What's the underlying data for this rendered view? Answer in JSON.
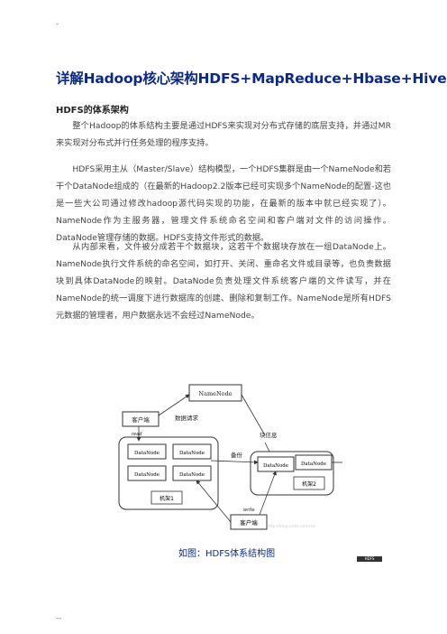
{
  "header_mark": "-",
  "footer_mark": "--",
  "title": "详解Hadoop核心架构HDFS+MapReduce+Hbase+Hive",
  "section_heading": "HDFS的体系架构",
  "paragraphs": [
    "整个Hadoop的体系结构主要是通过HDFS来实现对分布式存储的底层支持，并通过MR来实现对分布式并行任务处理的程序支持。",
    "HDFS采用主从（Master/Slave）结构模型，一个HDFS集群是由一个NameNode和若干个DataNode组成的（在最新的Hadoop2.2版本已经可实现多个NameNode的配置-这也是一些大公司通过修改hadoop源代码实现的功能，在最新的版本中就已经实现了）。NameNode作为主服务器，管理文件系统命名空间和客户端对文件的访问操作。DataNode管理存储的数据。HDFS支持文件形式的数据。",
    "从内部来看，文件被分成若干个数据块，这若干个数据块存放在一组DataNode上。NameNode执行文件系统的命名空间，如打开、关闭、重命名文件或目录等，也负责数据块到具体DataNode的映射。DataNode负责处理文件系统客户端的文件读写，并在NameNode的统一调度下进行数据库的创建、删除和复制工作。NameNode是所有HDFS元数据的管理者，用户数据永远不会经过NameNode。"
  ],
  "diagram": {
    "namenode": "NameNode",
    "client_top": "客户端",
    "client_bottom": "客户端",
    "data_request": "数据请求",
    "block_info": "块信息",
    "read": "read",
    "write": "write",
    "backup": "备份",
    "datanode": "DataNode",
    "rack1": "机架1",
    "rack2": "机架2",
    "watermark": "http://blog.csdn.net/xxx"
  },
  "caption": "如图：HDFS体系结构图",
  "stamp": "HDFS"
}
